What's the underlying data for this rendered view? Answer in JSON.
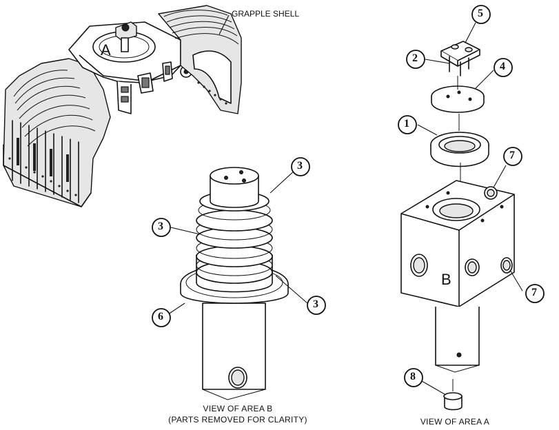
{
  "labels": {
    "grapple_shell": "GRAPPLE SHELL",
    "area_a_marker": "A",
    "area_b_marker": "B",
    "view_b_title": "VIEW OF AREA B",
    "view_b_subtitle": "(PARTS REMOVED FOR CLARITY)",
    "view_a_title": "VIEW OF AREA A"
  },
  "callouts": [
    {
      "id": "c5",
      "num": "5"
    },
    {
      "id": "c2",
      "num": "2"
    },
    {
      "id": "c4",
      "num": "4"
    },
    {
      "id": "c1",
      "num": "1"
    },
    {
      "id": "c7a",
      "num": "7"
    },
    {
      "id": "c7b",
      "num": "7"
    },
    {
      "id": "c8",
      "num": "8"
    },
    {
      "id": "c3a",
      "num": "3"
    },
    {
      "id": "c3b",
      "num": "3"
    },
    {
      "id": "c3c",
      "num": "3"
    },
    {
      "id": "c6",
      "num": "6"
    }
  ]
}
